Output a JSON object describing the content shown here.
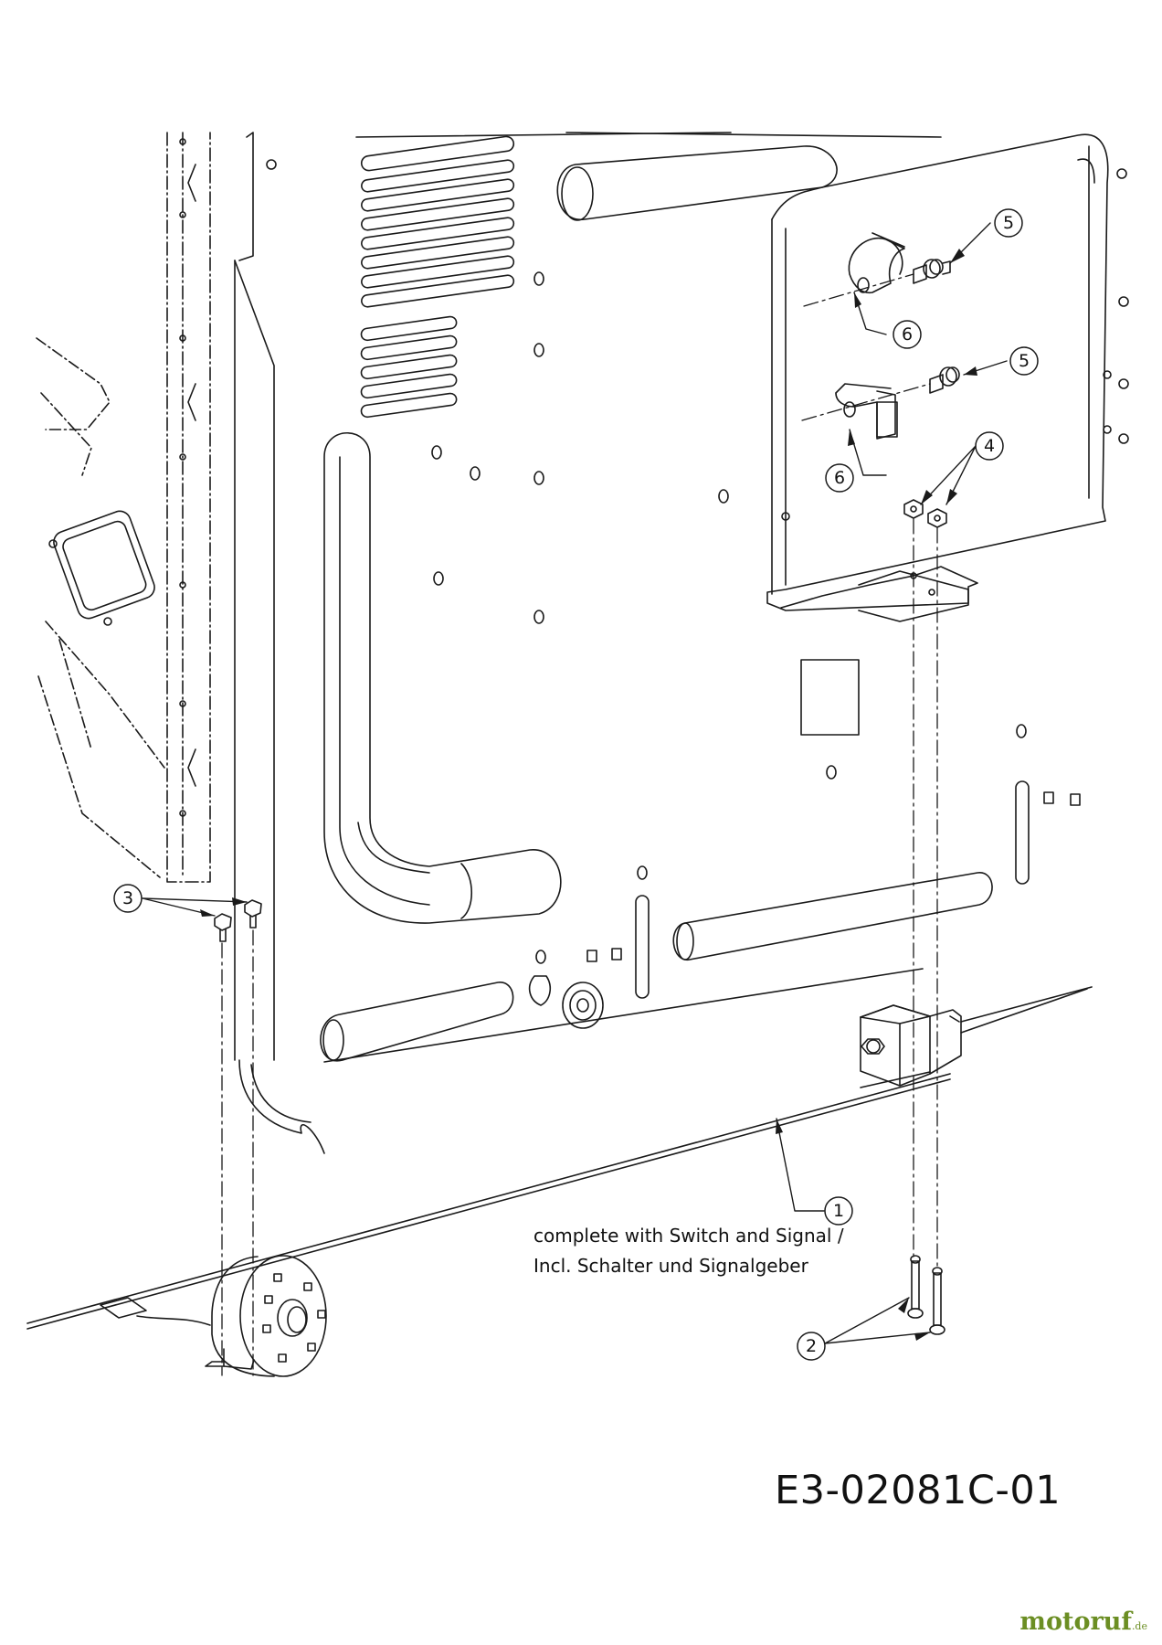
{
  "diagram": {
    "callouts": [
      {
        "id": "c1",
        "label": "1"
      },
      {
        "id": "c2",
        "label": "2"
      },
      {
        "id": "c3",
        "label": "3"
      },
      {
        "id": "c4",
        "label": "4"
      },
      {
        "id": "c5a",
        "label": "5"
      },
      {
        "id": "c5b",
        "label": "5"
      },
      {
        "id": "c6a",
        "label": "6"
      },
      {
        "id": "c6b",
        "label": "6"
      }
    ],
    "note_line1": "complete with Switch and Signal /",
    "note_line2": "Incl. Schalter und Signalgeber",
    "drawing_code": "E3-02081C-01"
  },
  "branding": {
    "name": "motoruf",
    "domain_suffix": ".de",
    "color": "#6b8e23"
  }
}
